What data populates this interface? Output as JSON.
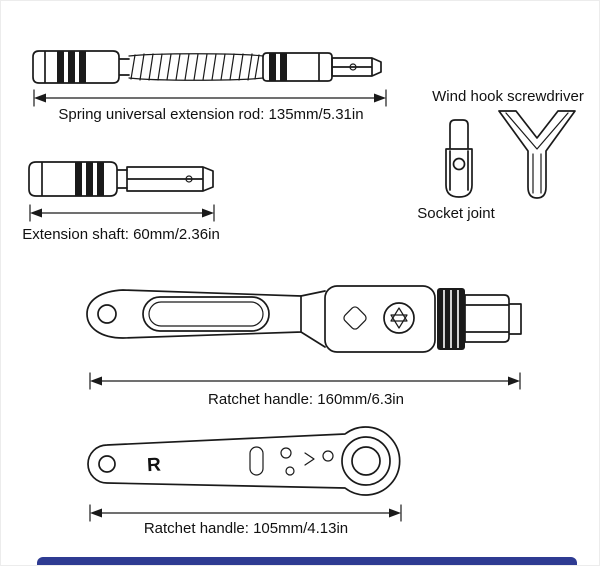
{
  "figure": {
    "parts": {
      "spring_rod": {
        "dimension_label": "Spring universal extension rod: 135mm/5.31in"
      },
      "wind_hook": {
        "label": "Wind hook screwdriver"
      },
      "socket_joint": {
        "label": "Socket joint"
      },
      "extension_shaft": {
        "dimension_label": "Extension shaft: 60mm/2.36in"
      },
      "ratchet_handle_large": {
        "dimension_label": "Ratchet handle: 160mm/6.3in"
      },
      "ratchet_handle_small": {
        "dimension_label": "Ratchet handle: 105mm/4.13in",
        "marking": "R"
      }
    },
    "colors": {
      "line": "#1a1a1a",
      "footer_bar": "#2e3b92"
    }
  }
}
